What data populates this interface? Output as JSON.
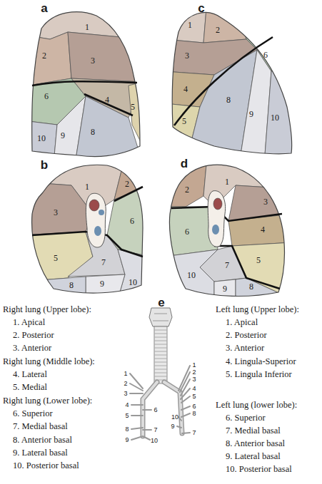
{
  "diagram": {
    "labels": [
      "a",
      "1",
      "2",
      "3",
      "6",
      "4",
      "5",
      "10",
      "9",
      "8",
      "c",
      "1",
      "2",
      "3",
      "6",
      "4",
      "8",
      "5",
      "9",
      "10",
      "b",
      "1",
      "2",
      "3",
      "6",
      "5",
      "7",
      "8",
      "9",
      "10",
      "d",
      "2",
      "1",
      "3",
      "6",
      "4",
      "5",
      "7",
      "10",
      "9",
      "8",
      "e",
      "1",
      "2",
      "3",
      "4",
      "5",
      "6",
      "8",
      "7",
      "9",
      "10",
      "1",
      "2",
      "3",
      "4",
      "5",
      "6",
      "8",
      "10",
      "9",
      "7",
      "Right lung (Upper lobe):",
      "1. Apical",
      "2. Posterior",
      "3. Anterior",
      "Right lung (Middle lobe):",
      "4. Lateral",
      "5. Medial",
      "Right lung (Lower lobe):",
      "6. Superior",
      "7. Medial basal",
      "8. Anterior basal",
      "9. Lateral basal",
      "10. Posterior basal",
      "Left lung (Upper lobe):",
      "1. Apical",
      "2. Posterior",
      "3. Anterior",
      "4. Lingula-Superior",
      "5. Lingula Inferior",
      "Left lung (lower lobe):",
      "6. Superior",
      "7. Medial basal",
      "8. Anterior basal",
      "9. Lateral basal",
      "10. Posterior basal"
    ]
  }
}
